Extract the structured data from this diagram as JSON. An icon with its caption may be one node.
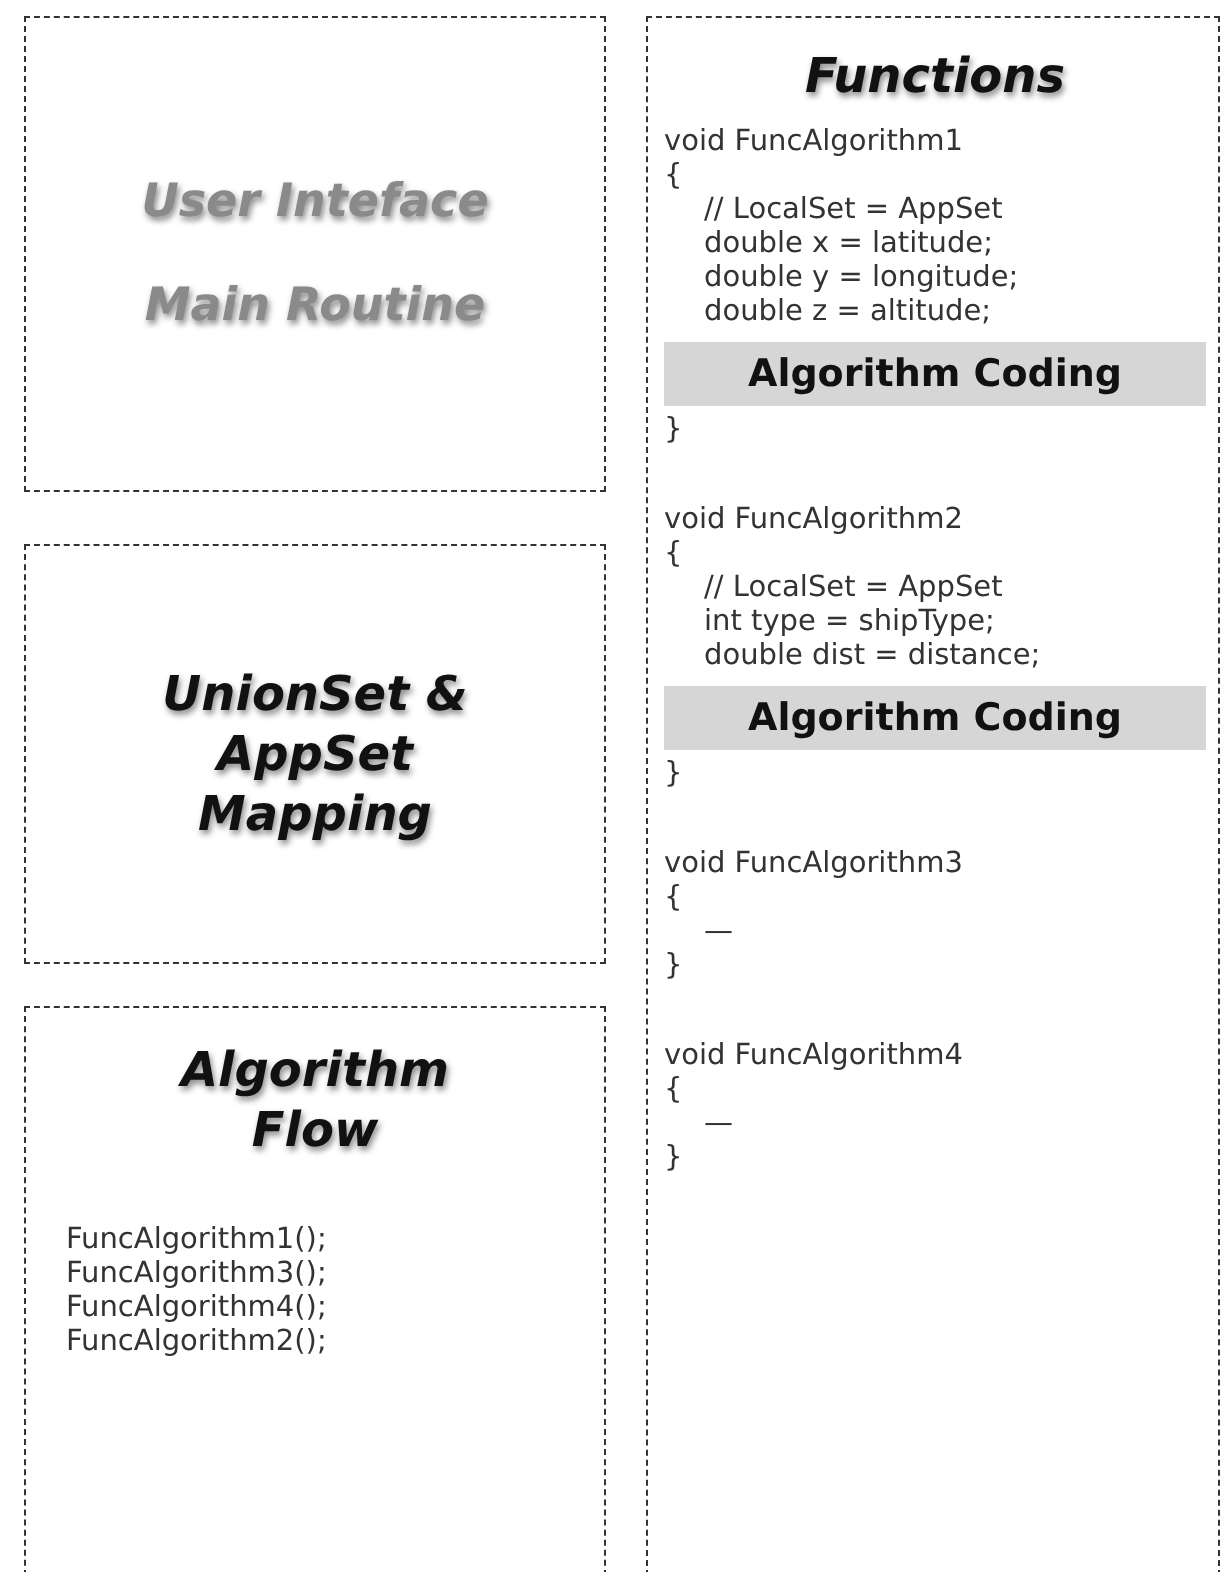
{
  "diagram": {
    "nodes": [
      {
        "text": [
          "User Inteface",
          "Main Routine"
        ]
      },
      {
        "text": [
          "UnionSet & AppSet Mapping"
        ]
      },
      {
        "text": [
          "Algorithm Flow",
          "FuncAlgorithm1();",
          "FuncAlgorithm3();",
          "FuncAlgorithm4();",
          "FuncAlgorithm2();"
        ]
      },
      {
        "text": [
          "Functions",
          "void FuncAlgorithm1",
          "{",
          "// LocalSet = AppSet",
          "double x = latitude;",
          "double y = longitude;",
          "double z = altitude;",
          "}",
          "void FuncAlgorithm2",
          "{",
          "// LocalSet = AppSet",
          "int type = shipType;",
          "double dist = distance;",
          "}",
          "void FuncAlgorithm3",
          "{",
          "—",
          "}",
          "void FuncAlgorithm4",
          "{",
          "—",
          "}"
        ]
      },
      {
        "text": [
          "Algorithm Coding"
        ],
        "in": 3
      },
      {
        "text": [
          "Algorithm Coding"
        ],
        "in": 3
      }
    ]
  }
}
